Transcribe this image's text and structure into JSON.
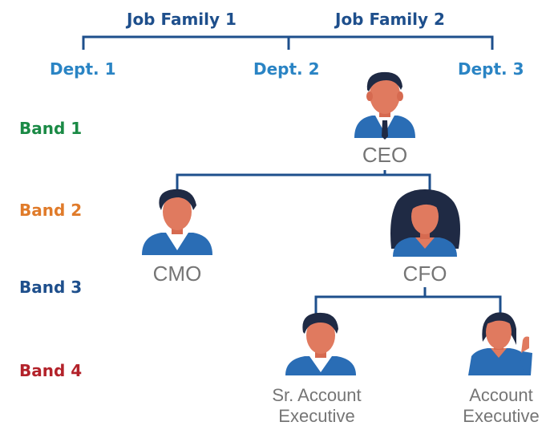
{
  "job_families": [
    "Job Family 1",
    "Job Family 2"
  ],
  "departments": [
    "Dept. 1",
    "Dept. 2",
    "Dept. 3"
  ],
  "bands": [
    {
      "label": "Band 1",
      "color": "#1a8a45"
    },
    {
      "label": "Band 2",
      "color": "#e07b2a"
    },
    {
      "label": "Band 3",
      "color": "#1e4f8c"
    },
    {
      "label": "Band 4",
      "color": "#b3222a"
    }
  ],
  "roles": {
    "ceo": "CEO",
    "cmo": "CMO",
    "cfo": "CFO",
    "sr_account_exec": [
      "Sr. Account",
      "Executive"
    ],
    "account_exec": [
      "Account",
      "Executive"
    ]
  },
  "colors": {
    "line": "#1e4f8c",
    "skin": "#e07a5f",
    "hair": "#1f2a44",
    "suit": "#2a6db5",
    "shirt": "#ffffff"
  }
}
